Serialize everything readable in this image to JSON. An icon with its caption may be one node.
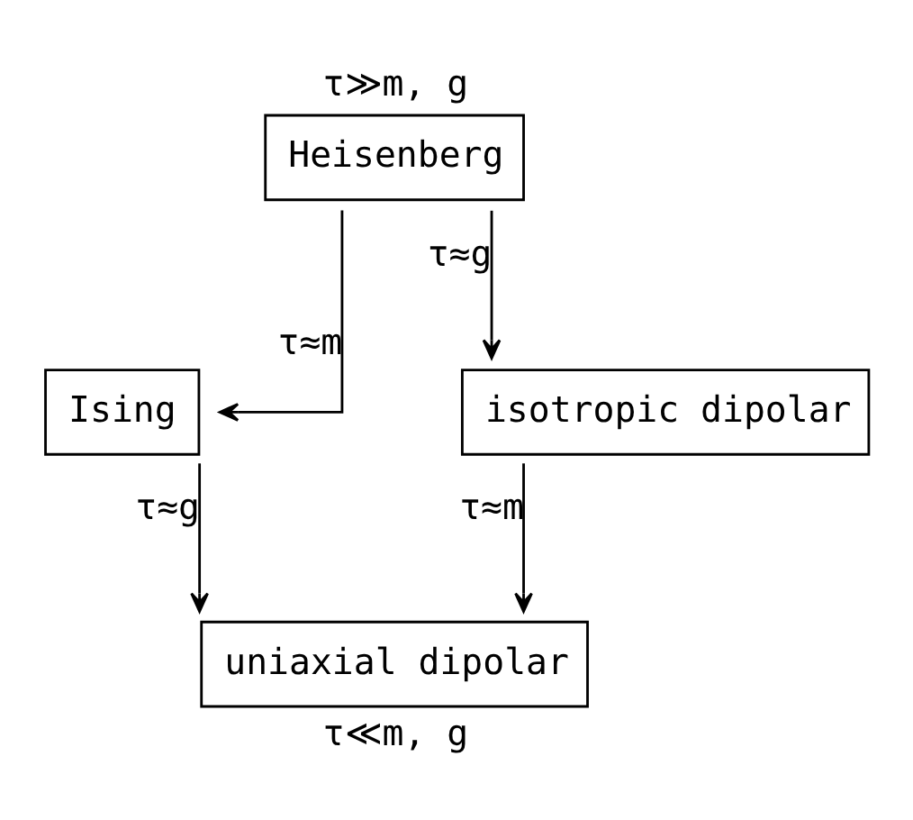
{
  "diagram": {
    "nodes": [
      {
        "text": [
          "Heisenberg"
        ],
        "beside": [
          "τ≫m, g"
        ]
      },
      {
        "text": [
          "Ising"
        ]
      },
      {
        "text": [
          "isotropic dipolar"
        ]
      },
      {
        "text": [
          "uniaxial dipolar"
        ],
        "beside": [
          "τ≪m, g"
        ]
      }
    ],
    "edges": [
      {
        "from": 0,
        "to": 1,
        "arrow": "to",
        "label": "τ≈m"
      },
      {
        "from": 0,
        "to": 2,
        "arrow": "to",
        "label": "τ≈g"
      },
      {
        "from": 1,
        "to": 3,
        "arrow": "to",
        "label": "τ≈g"
      },
      {
        "from": 2,
        "to": 3,
        "arrow": "to",
        "label": "τ≈m"
      }
    ]
  }
}
